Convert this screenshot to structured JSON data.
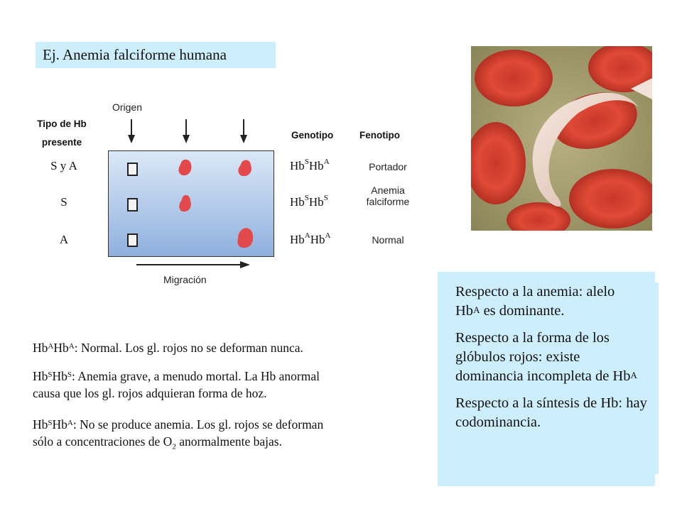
{
  "title": "Ej. Anemia falciforme humana",
  "diagram": {
    "origin_label": "Origen",
    "migration_label": "Migración",
    "col_headers": {
      "tipo_line1": "Tipo de Hb",
      "tipo_line2": "presente",
      "genotipo": "Genotipo",
      "fenotipo": "Fenotipo"
    },
    "rows": [
      {
        "tipo": "S y A",
        "geno_a": "Hb",
        "geno_a_sup": "S",
        "geno_b": "Hb",
        "geno_b_sup": "A",
        "fenotipo": "Portador",
        "fenotipo_line2": ""
      },
      {
        "tipo": "S",
        "geno_a": "Hb",
        "geno_a_sup": "S",
        "geno_b": "Hb",
        "geno_b_sup": "S",
        "fenotipo": "Anemia",
        "fenotipo_line2": "falciforme"
      },
      {
        "tipo": "A",
        "geno_a": "Hb",
        "geno_a_sup": "A",
        "geno_b": "Hb",
        "geno_b_sup": "A",
        "fenotipo": "Normal",
        "fenotipo_line2": ""
      }
    ],
    "colors": {
      "band": "#e3484b",
      "gel_top": "#dbe8f7",
      "gel_bottom": "#8fb0de"
    }
  },
  "notes": [
    {
      "g1": "Hb",
      "s1": "A",
      "g2": "Hb",
      "s2": "A",
      "text": ": Normal. Los gl. rojos no se deforman nunca."
    },
    {
      "g1": "Hb",
      "s1": "S",
      "g2": "Hb",
      "s2": "S",
      "text": ": Anemia grave, a menudo mortal. La Hb anormal",
      "text2": "causa que los gl. rojos adquieran forma de hoz."
    },
    {
      "g1": "Hb",
      "s1": "S",
      "g2": "Hb",
      "s2": "A",
      "text": ": No se produce anemia.  Los gl. rojos se deforman",
      "text2a": "sólo a concentraciones de O",
      "sub": "2",
      "text2b": " anormalmente bajas."
    }
  ],
  "box": {
    "p1a": "Respecto a la anemia: alelo",
    "p1b": "Hb",
    "p1sup": "A",
    "p1c": " es dominante.",
    "p2a": "Respecto a la forma de los glóbulos rojos: existe dominancia incompleta de Hb",
    "p2sup": "A",
    "p3": "Respecto a la síntesis de Hb: hay codominancia."
  }
}
